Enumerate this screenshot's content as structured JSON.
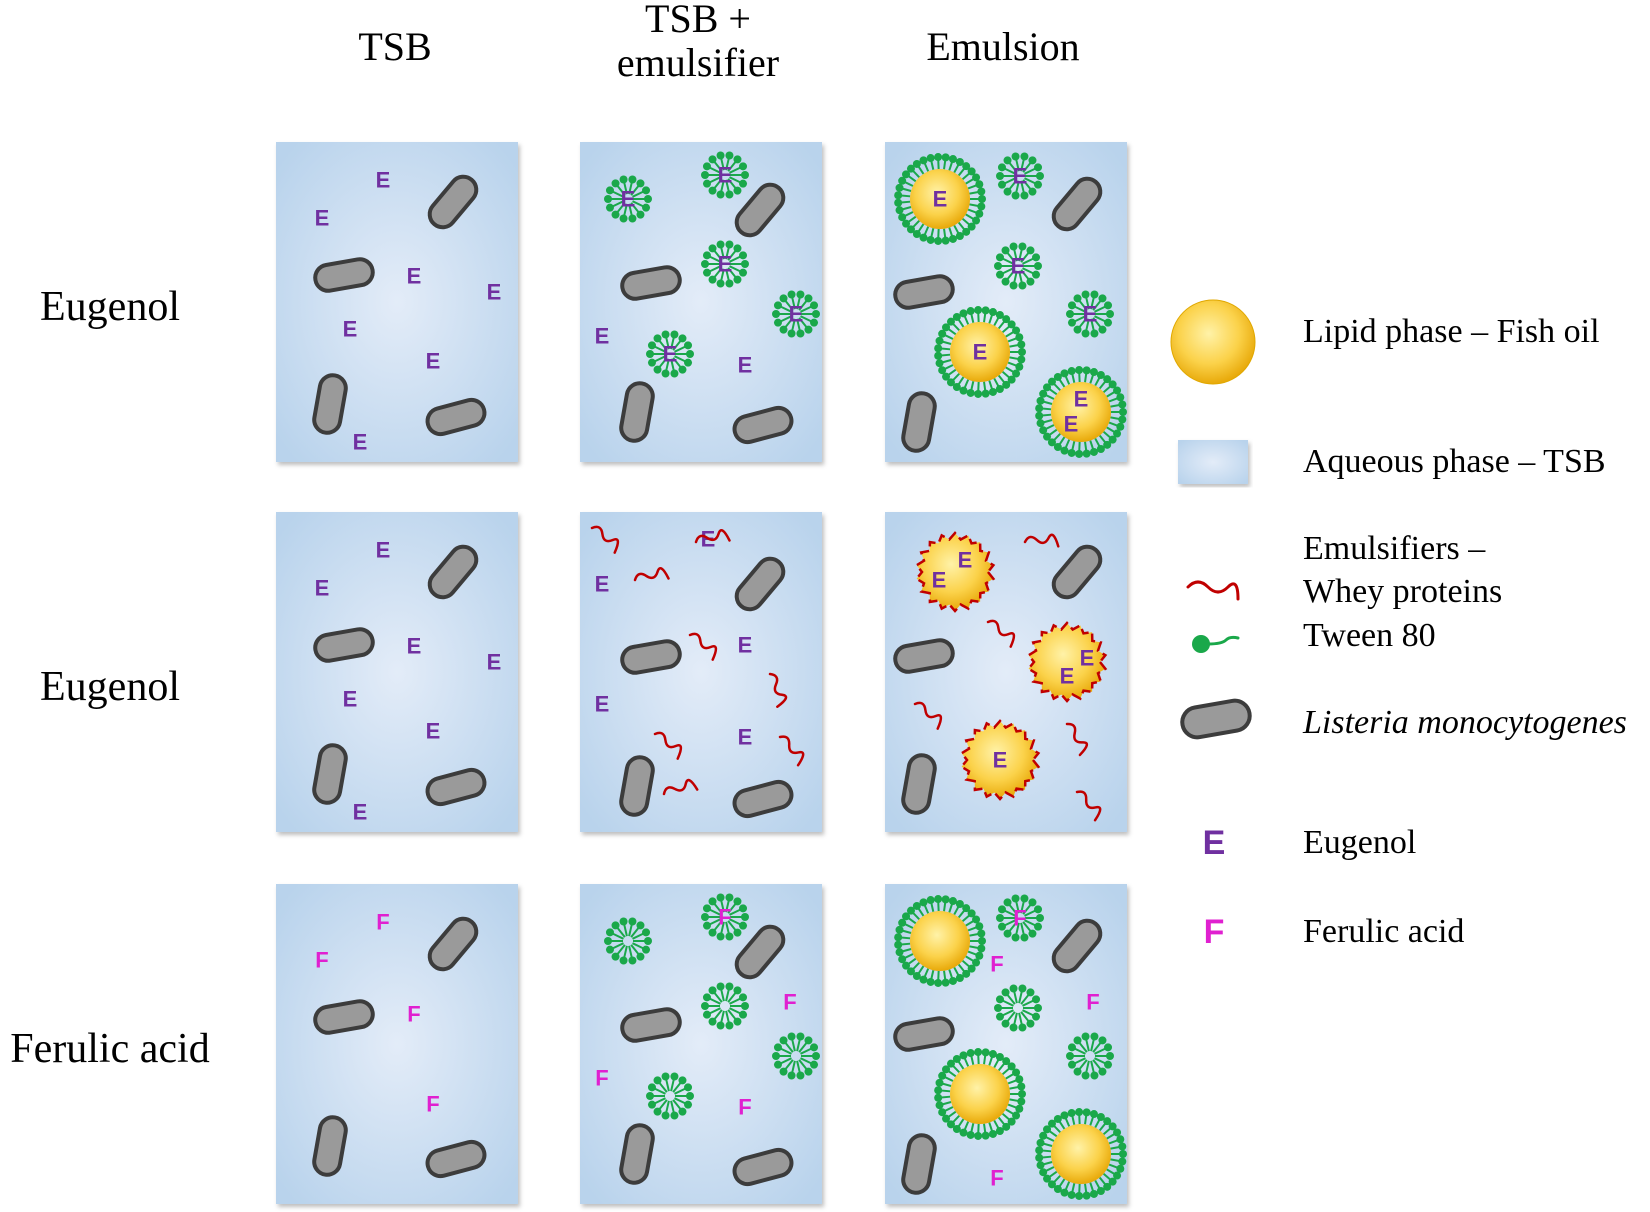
{
  "columns": [
    "TSB",
    "TSB +\nemulsifier",
    "Emulsion"
  ],
  "rows": [
    "Eugenol",
    "Eugenol",
    "Ferulic acid"
  ],
  "legend": [
    {
      "icon": "lipid-droplet-icon",
      "label": "Lipid phase – Fish oil"
    },
    {
      "icon": "aqueous-phase-icon",
      "label": "Aqueous phase – TSB"
    },
    {
      "icon": "none",
      "label": "Emulsifiers –"
    },
    {
      "icon": "whey-protein-icon",
      "label": "Whey proteins"
    },
    {
      "icon": "tween80-icon",
      "label": "Tween 80"
    },
    {
      "icon": "listeria-icon",
      "label": "Listeria monocytogenes",
      "italic": true
    },
    {
      "icon": "eugenol-mark-icon",
      "label": "Eugenol"
    },
    {
      "icon": "ferulic-mark-icon",
      "label": "Ferulic acid"
    }
  ],
  "marks": {
    "eugenol": "E",
    "ferulic": "F"
  },
  "colors": {
    "panel": "#b9d3ec",
    "panel_center": "#e3ecf8",
    "bacteria_fill": "#9a9a9a",
    "bacteria_stroke": "#3c3c3c",
    "eugenol": "#7030a0",
    "ferulic": "#e020d0",
    "tween": "#1aa84a",
    "whey": "#c00000",
    "lipid_light": "#ffe680",
    "lipid_dark": "#e8b10a"
  }
}
